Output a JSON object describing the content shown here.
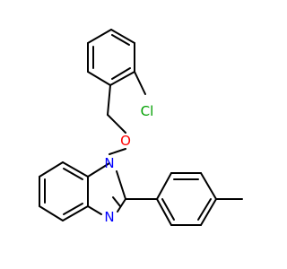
{
  "molecule": {
    "atoms": {
      "chlorine": {
        "symbol": "Cl",
        "color": "#00a000"
      },
      "oxygen": {
        "symbol": "O",
        "color": "#ff0000"
      },
      "nitrogen_1": {
        "symbol": "N",
        "color": "#0000ff"
      },
      "nitrogen_3": {
        "symbol": "N",
        "color": "#0000ff"
      }
    }
  }
}
